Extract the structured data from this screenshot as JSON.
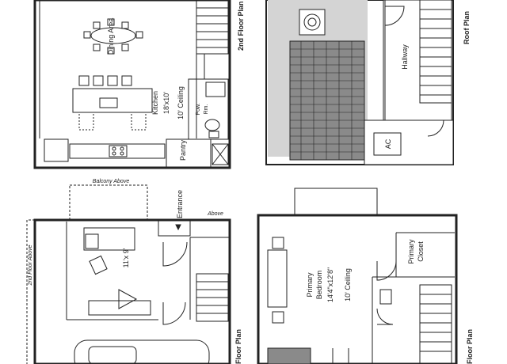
{
  "plans": {
    "second_floor": {
      "title": "2nd Floor Plan",
      "dining": "Dining Area",
      "kitchen": "Kitchen",
      "kitchen_dim": "18'x10'",
      "ceiling": "10' Ceiling",
      "pow_rm_1": "Pow.",
      "pow_rm_2": "Rm.",
      "pantry": "Pantry"
    },
    "roof": {
      "title": "Roof Plan",
      "hallway": "Hallway",
      "ac": "AC"
    },
    "ground": {
      "title": "Floor Plan",
      "balcony": "Balcony Above",
      "entrance": "Entrance",
      "above": "Above",
      "second_floor_above": "2nd Floor Above",
      "room_dim": "11'x 9'"
    },
    "third_floor": {
      "title": "Floor Plan",
      "bedroom_1": "Primary",
      "bedroom_2": "Bedroom",
      "bedroom_dim": "14'4\"x12'8\"",
      "ceiling": "10' Ceiling",
      "closet_1": "Primary",
      "closet_2": "Closet"
    }
  }
}
